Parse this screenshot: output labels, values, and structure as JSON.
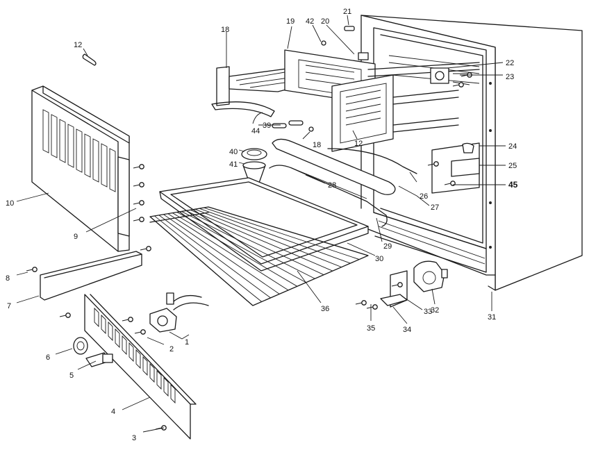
{
  "callouts": [
    {
      "id": "c1",
      "text": "1"
    },
    {
      "id": "c2",
      "text": "2"
    },
    {
      "id": "c3",
      "text": "3"
    },
    {
      "id": "c4",
      "text": "4"
    },
    {
      "id": "c5",
      "text": "5"
    },
    {
      "id": "c6",
      "text": "6"
    },
    {
      "id": "c7",
      "text": "7"
    },
    {
      "id": "c8",
      "text": "8"
    },
    {
      "id": "c9",
      "text": "9"
    },
    {
      "id": "c10",
      "text": "10"
    },
    {
      "id": "c12a",
      "text": "12"
    },
    {
      "id": "c12b",
      "text": "12"
    },
    {
      "id": "c18a",
      "text": "18"
    },
    {
      "id": "c18b",
      "text": "18"
    },
    {
      "id": "c19",
      "text": "19"
    },
    {
      "id": "c20",
      "text": "20"
    },
    {
      "id": "c21",
      "text": "21"
    },
    {
      "id": "c22",
      "text": "22"
    },
    {
      "id": "c23",
      "text": "23"
    },
    {
      "id": "c24",
      "text": "24"
    },
    {
      "id": "c25",
      "text": "25"
    },
    {
      "id": "c26",
      "text": "26"
    },
    {
      "id": "c27",
      "text": "27"
    },
    {
      "id": "c28",
      "text": "28"
    },
    {
      "id": "c29",
      "text": "29"
    },
    {
      "id": "c30",
      "text": "30"
    },
    {
      "id": "c31",
      "text": "31"
    },
    {
      "id": "c32",
      "text": "32"
    },
    {
      "id": "c33",
      "text": "33"
    },
    {
      "id": "c34",
      "text": "34"
    },
    {
      "id": "c35",
      "text": "35"
    },
    {
      "id": "c36",
      "text": "36"
    },
    {
      "id": "c39",
      "text": "39"
    },
    {
      "id": "c40",
      "text": "40"
    },
    {
      "id": "c41",
      "text": "41"
    },
    {
      "id": "c42",
      "text": "42"
    },
    {
      "id": "c44",
      "text": "44"
    },
    {
      "id": "c45",
      "text": "45"
    }
  ]
}
